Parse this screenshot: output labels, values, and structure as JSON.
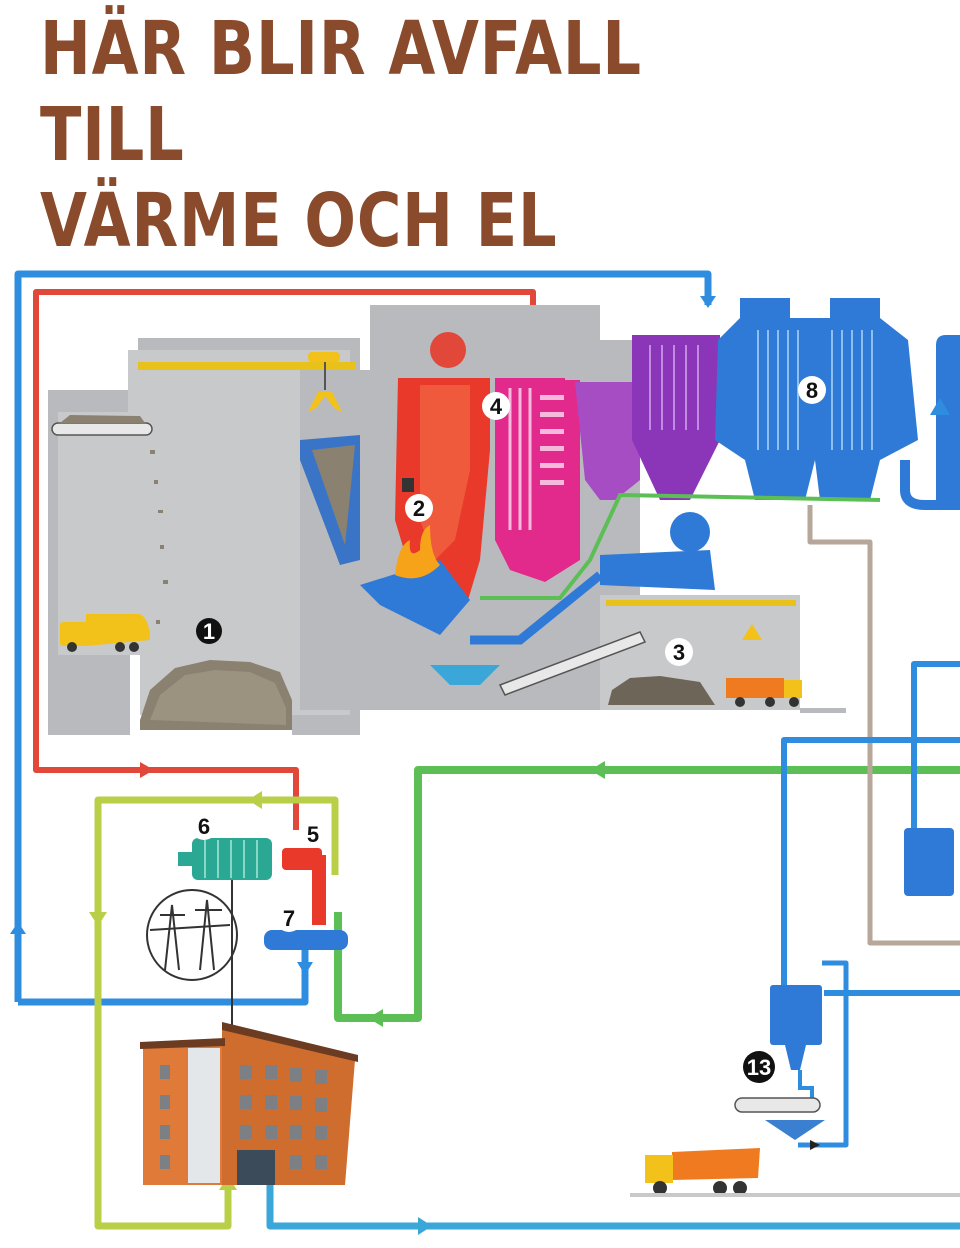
{
  "title": {
    "line1": "HÄR BLIR AVFALL TILL",
    "line2": "VÄRME OCH EL"
  },
  "markers": [
    {
      "id": "1",
      "label": "1"
    },
    {
      "id": "2",
      "label": "2"
    },
    {
      "id": "3",
      "label": "3"
    },
    {
      "id": "4",
      "label": "4"
    },
    {
      "id": "5",
      "label": "5"
    },
    {
      "id": "6",
      "label": "6"
    },
    {
      "id": "7",
      "label": "7"
    },
    {
      "id": "8",
      "label": "8"
    },
    {
      "id": "13",
      "label": "13"
    }
  ],
  "colors": {
    "title": "#8a4a2c",
    "hot_pipe": "#e2483a",
    "cold_pipe": "#2f8de0",
    "district_heat": "#5cbf55",
    "return_pipe": "#b9cf47",
    "ash_pipe": "#b6a79a",
    "boiler": "#e8392b",
    "superheater": "#e2298c",
    "filter": "#8b35b8",
    "scrubber": "#2f7ad6",
    "building": "#c9c9c9",
    "truck_yellow": "#f2c21b",
    "truck_orange": "#f07a1f"
  }
}
